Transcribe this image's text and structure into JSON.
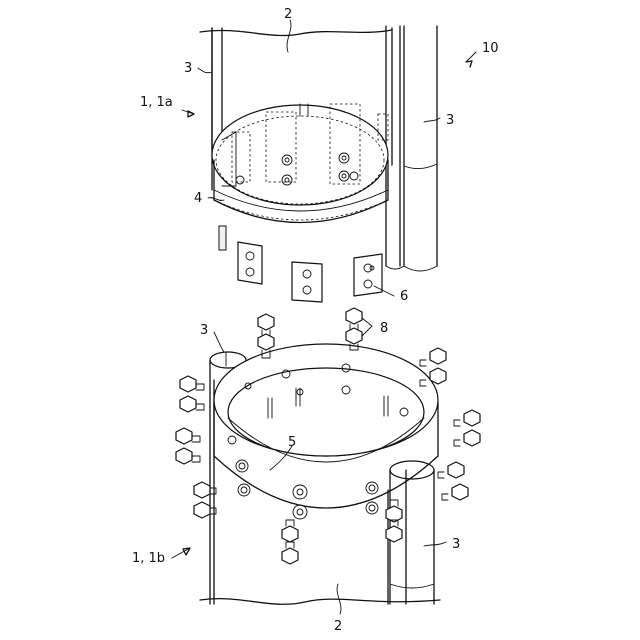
{
  "labels": {
    "top_column": "2",
    "top_rod_left": "3",
    "top_rod_right": "3",
    "assembly_top": "10",
    "part_top": "1, 1a",
    "sleeve": "4",
    "plates": "6",
    "bottom_rod_left": "3",
    "bolts": "8",
    "ring": "5",
    "part_bottom": "1, 1b",
    "bottom_rod_right": "3",
    "bottom_column": "2"
  }
}
